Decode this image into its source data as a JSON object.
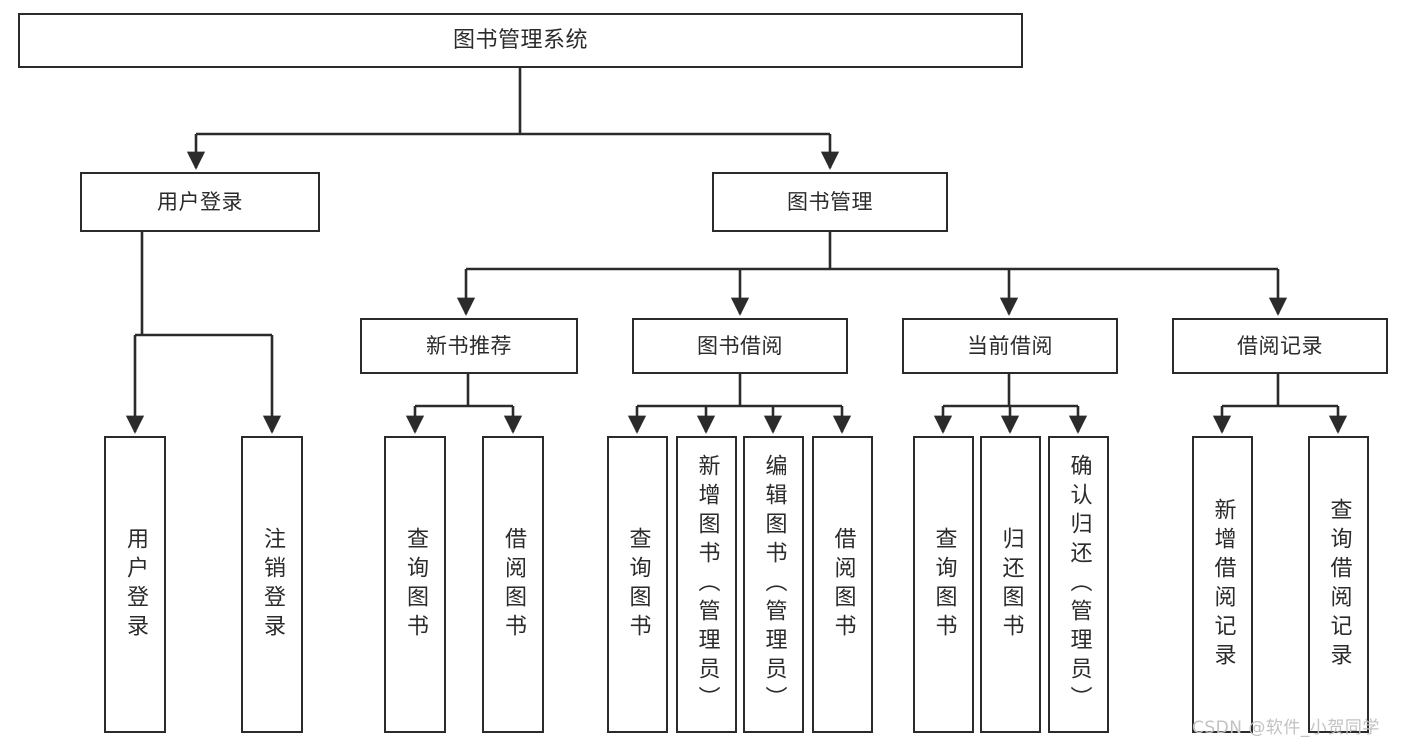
{
  "diagram": {
    "title": "图书管理系统",
    "type": "hierarchy-tree",
    "watermark": "CSDN @软件_小贺同学",
    "colors": {
      "stroke": "#2b2b2b",
      "fill": "#ffffff",
      "text": "#2b2b2b",
      "watermark": "#c2c2c2"
    },
    "levels": {
      "root": {
        "label": "图书管理系统"
      },
      "level2": [
        {
          "label": "用户登录"
        },
        {
          "label": "图书管理"
        }
      ],
      "level3": [
        {
          "label": "新书推荐"
        },
        {
          "label": "图书借阅"
        },
        {
          "label": "当前借阅"
        },
        {
          "label": "借阅记录"
        }
      ],
      "leaves": {
        "user_login": [
          {
            "label": "用户登录"
          },
          {
            "label": "注销登录"
          }
        ],
        "new_book_recommend": [
          {
            "label": "查询图书"
          },
          {
            "label": "借阅图书"
          }
        ],
        "book_borrow": [
          {
            "label": "查询图书"
          },
          {
            "label": "新增图书（管理员）"
          },
          {
            "label": "编辑图书（管理员）"
          },
          {
            "label": "借阅图书"
          }
        ],
        "current_borrow": [
          {
            "label": "查询图书"
          },
          {
            "label": "归还图书"
          },
          {
            "label": "确认归还（管理员）"
          }
        ],
        "borrow_record": [
          {
            "label": "新增借阅记录"
          },
          {
            "label": "查询借阅记录"
          }
        ]
      }
    }
  }
}
